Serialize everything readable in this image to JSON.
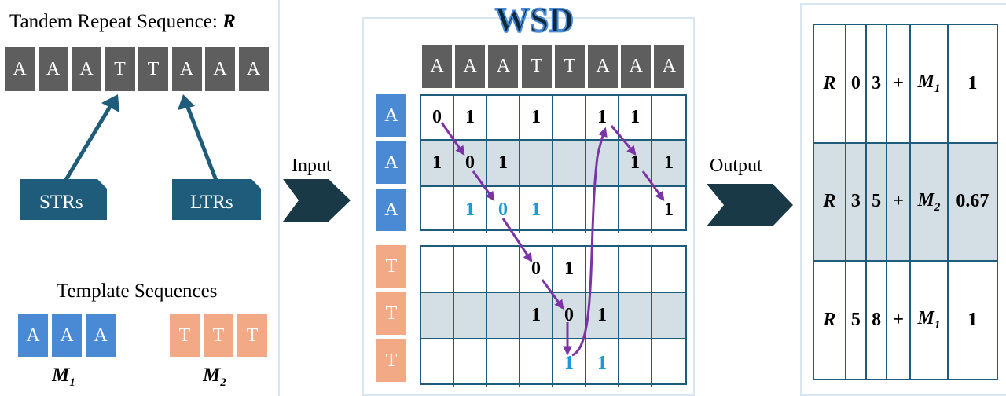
{
  "left_panel": {
    "title_prefix": "Tandem Repeat Sequence: ",
    "title_var": "R",
    "sequence": [
      "A",
      "A",
      "A",
      "T",
      "T",
      "A",
      "A",
      "A"
    ],
    "str_label": "STRs",
    "ltr_label": "LTRs",
    "templates_title": "Template Sequences",
    "template_m1": [
      "A",
      "A",
      "A"
    ],
    "template_m2": [
      "T",
      "T",
      "T"
    ],
    "m1_label": "M",
    "m1_sub": "1",
    "m2_label": "M",
    "m2_sub": "2"
  },
  "input_label": "Input",
  "output_label": "Output",
  "wsd": {
    "title": "WSD",
    "top_sequence": [
      "A",
      "A",
      "A",
      "T",
      "T",
      "A",
      "A",
      "A"
    ],
    "group1_rows": [
      "A",
      "A",
      "A"
    ],
    "group2_rows": [
      "T",
      "T",
      "T"
    ],
    "group1_cells": [
      [
        "0",
        "1",
        "",
        "1",
        "",
        "1",
        "1",
        ""
      ],
      [
        "1",
        "0",
        "1",
        "",
        "",
        "",
        "1",
        "1"
      ],
      [
        "",
        "1",
        "0",
        "1",
        "",
        "",
        "",
        "1"
      ]
    ],
    "group2_cells": [
      [
        "",
        "",
        "",
        "0",
        "1",
        "",
        "",
        ""
      ],
      [
        "",
        "",
        "",
        "1",
        "0",
        "1",
        "",
        ""
      ],
      [
        "",
        "",
        "",
        "",
        "1",
        "1",
        "",
        ""
      ]
    ]
  },
  "output_table": {
    "rows": [
      {
        "seq": "R",
        "start": "0",
        "end": "3",
        "op": "+",
        "m": "M",
        "sub": "1",
        "score": "1"
      },
      {
        "seq": "R",
        "start": "3",
        "end": "5",
        "op": "+",
        "m": "M",
        "sub": "2",
        "score": "0.67"
      },
      {
        "seq": "R",
        "start": "5",
        "end": "8",
        "op": "+",
        "m": "M",
        "sub": "1",
        "score": "1"
      }
    ]
  },
  "colors": {
    "gray_box": "#5e5e5e",
    "blue_box": "#4a89d3",
    "orange_box": "#f2aa86",
    "dark_teal": "#1f5b7a",
    "shade": "#d3dee5",
    "path_purple": "#7b34a6",
    "cyan_digit": "#1a9bd7"
  }
}
